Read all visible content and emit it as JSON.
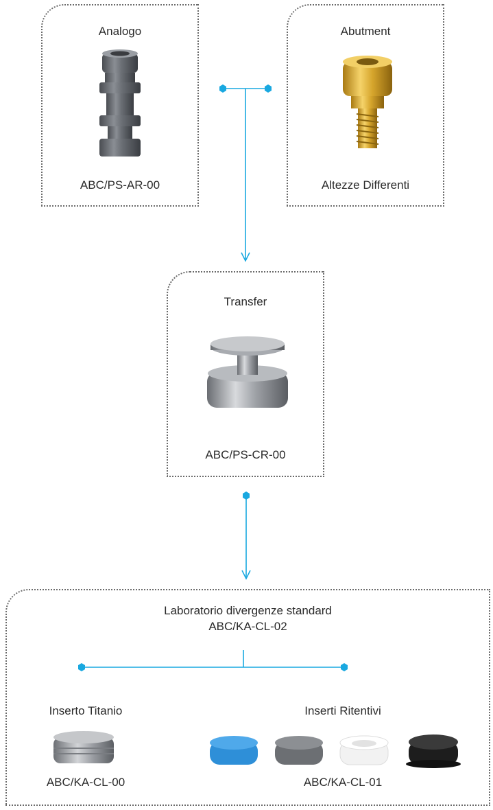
{
  "analogo": {
    "title": "Analogo",
    "code": "ABC/PS-AR-00"
  },
  "abutment": {
    "title": "Abutment",
    "code": "Altezze Differenti"
  },
  "transfer": {
    "title": "Transfer",
    "code": "ABC/PS-CR-00"
  },
  "laboratorio": {
    "title": "Laboratorio divergenze standard",
    "code": "ABC/KA-CL-02",
    "inserto_titanio": {
      "title": "Inserto Titanio",
      "code": "ABC/KA-CL-00"
    },
    "inserti_ritentivi": {
      "title": "Inserti Ritentivi",
      "code": "ABC/KA-CL-01",
      "colors": [
        "#2e8fd8",
        "#6c6f73",
        "#f2f2f2",
        "#1d1d1d"
      ]
    }
  },
  "colors": {
    "connector": "#19a8e0",
    "border": "#6b6b6b"
  }
}
